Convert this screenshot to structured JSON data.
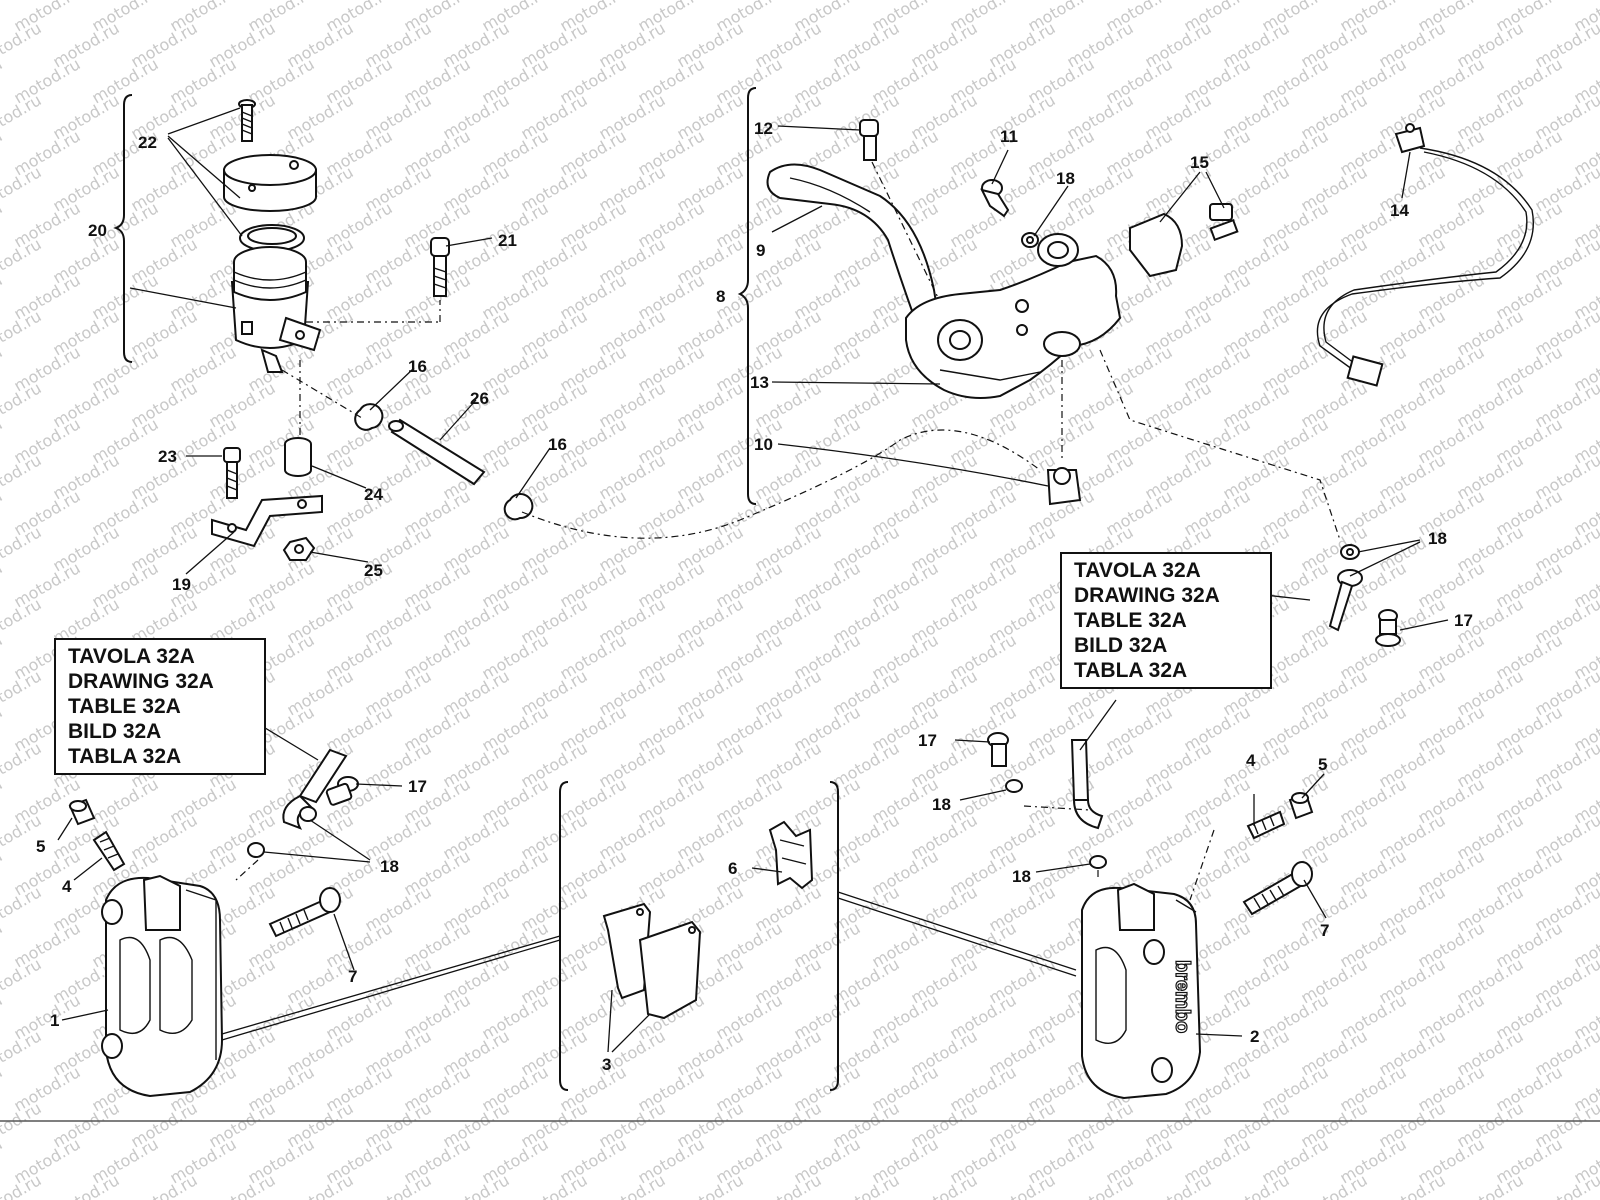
{
  "watermark": "motod.ru",
  "callouts": [
    {
      "id": "callout-left",
      "lines": [
        "TAVOLA 32A",
        "DRAWING 32A",
        "TABLE 32A",
        "BILD 32A",
        "TABLA 32A"
      ]
    },
    {
      "id": "callout-right",
      "lines": [
        "TAVOLA 32A",
        "DRAWING 32A",
        "TABLE 32A",
        "BILD 32A",
        "TABLA 32A"
      ]
    }
  ],
  "part_numbers": {
    "p1": "1",
    "p2": "2",
    "p3": "3",
    "p4a": "4",
    "p4b": "4",
    "p5a": "5",
    "p5b": "5",
    "p6": "6",
    "p7a": "7",
    "p7b": "7",
    "p8": "8",
    "p9": "9",
    "p10": "10",
    "p11": "11",
    "p12": "12",
    "p13": "13",
    "p14": "14",
    "p15": "15",
    "p16a": "16",
    "p16b": "16",
    "p17a": "17",
    "p17b": "17",
    "p17c": "17",
    "p18a": "18",
    "p18b": "18",
    "p18c": "18",
    "p18d": "18",
    "p18e": "18",
    "p19": "19",
    "p20": "20",
    "p21": "21",
    "p22": "22",
    "p23": "23",
    "p24": "24",
    "p25": "25",
    "p26": "26"
  },
  "brand_text": "brembo"
}
